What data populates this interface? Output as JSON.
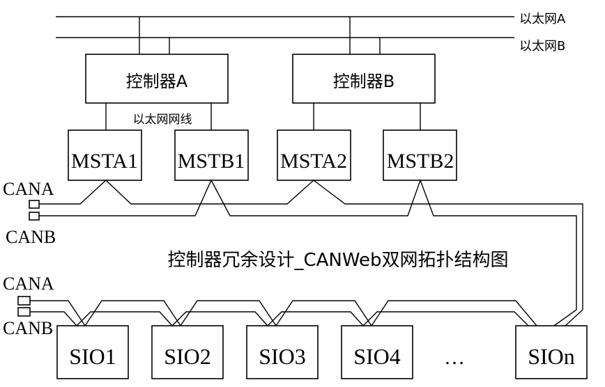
{
  "ethernet": {
    "bus_a": "以太网A",
    "bus_b": "以太网B",
    "cable": "以太网网线"
  },
  "controllers": [
    {
      "label": "控制器A"
    },
    {
      "label": "控制器B"
    }
  ],
  "masters": [
    {
      "label": "MSTA1"
    },
    {
      "label": "MSTB1"
    },
    {
      "label": "MSTA2"
    },
    {
      "label": "MSTB2"
    }
  ],
  "can_upper": {
    "a": "CANA",
    "b": "CANB"
  },
  "can_lower": {
    "a": "CANA",
    "b": "CANB"
  },
  "title": "控制器冗余设计_CANWeb双网拓扑结构图",
  "slaves": [
    {
      "label": "SIO1"
    },
    {
      "label": "SIO2"
    },
    {
      "label": "SIO3"
    },
    {
      "label": "SIO4"
    },
    {
      "label": "SIOn"
    }
  ],
  "ellipsis": "…"
}
